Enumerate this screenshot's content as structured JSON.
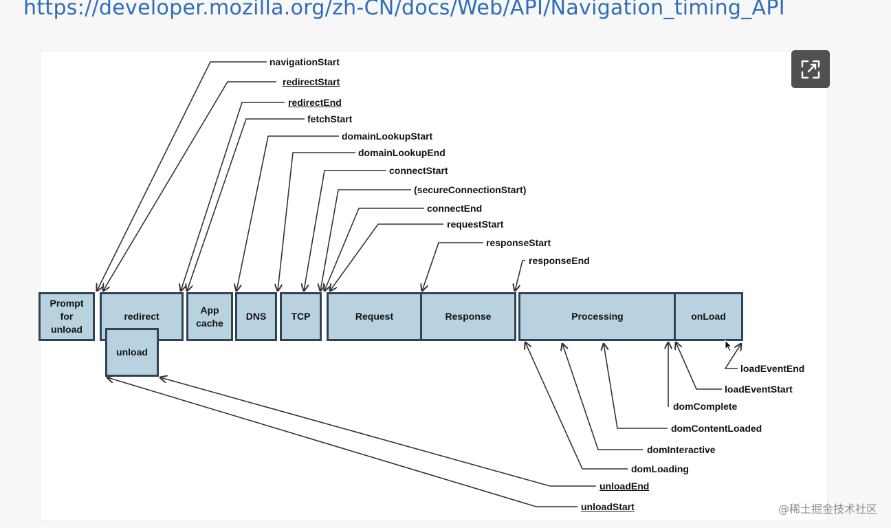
{
  "header": {
    "url": "https://developer.mozilla.org/zh-CN/docs/Web/API/Navigation_timing_API"
  },
  "toolbar": {
    "expand_icon": "expand-icon"
  },
  "diagram": {
    "phases": {
      "prompt": "Prompt\nfor\nunload",
      "redirect": "redirect",
      "unload": "unload",
      "appcache": "App\ncache",
      "dns": "DNS",
      "tcp": "TCP",
      "request": "Request",
      "response": "Response",
      "processing": "Processing",
      "onload": "onLoad"
    },
    "timings": {
      "navigationStart": "navigationStart",
      "redirectStart": "redirectStart",
      "redirectEnd": "redirectEnd",
      "fetchStart": "fetchStart",
      "domainLookupStart": "domainLookupStart",
      "domainLookupEnd": "domainLookupEnd",
      "connectStart": "connectStart",
      "secureConnectionStart": "(secureConnectionStart)",
      "connectEnd": "connectEnd",
      "requestStart": "requestStart",
      "responseStart": "responseStart",
      "responseEnd": "responseEnd",
      "loadEventEnd": "loadEventEnd",
      "loadEventStart": "loadEventStart",
      "domComplete": "domComplete",
      "domContentLoaded": "domContentLoaded",
      "domInteractive": "domInteractive",
      "domLoading": "domLoading",
      "unloadEnd": "unloadEnd",
      "unloadStart": "unloadStart"
    }
  },
  "watermark": "@稀土掘金技术社区",
  "colors": {
    "box_fill": "#b8d3df",
    "box_border": "#2f4256",
    "link": "#2f6db8"
  }
}
